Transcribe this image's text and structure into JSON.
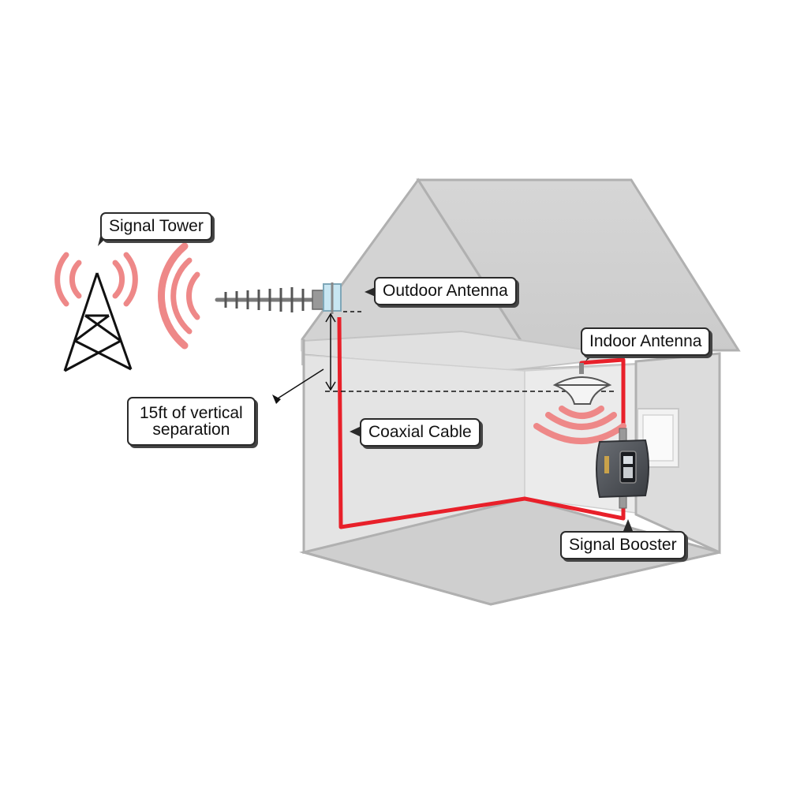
{
  "labels": {
    "signal_tower": "Signal Tower",
    "outdoor_antenna": "Outdoor Antenna",
    "indoor_antenna": "Indoor Antenna",
    "separation_line1": "15ft of vertical",
    "separation_line2": "separation",
    "coaxial_cable": "Coaxial Cable",
    "signal_booster": "Signal Booster"
  },
  "colors": {
    "cable": "#e8202a",
    "signal_wave": "#ee8888",
    "house_wall": "#d9d9d9",
    "house_roof": "#d2d2d2",
    "house_outline": "#b5b5b5"
  }
}
